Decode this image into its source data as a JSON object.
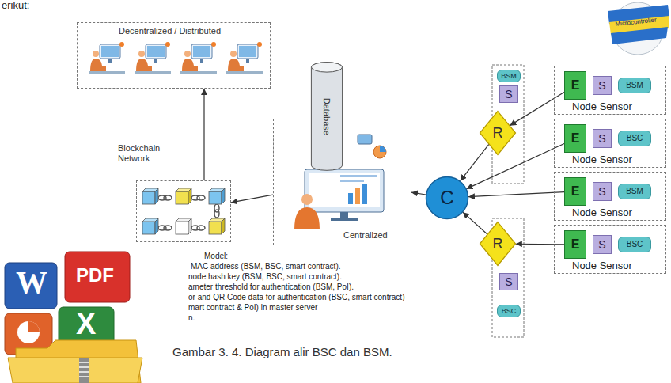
{
  "diagram": {
    "caption": "Gambar 3. 4. Diagram alir BSC dan BSM.",
    "nodes": [
      {
        "text": [
          "Decentralized / Distributed"
        ]
      },
      {
        "text": [
          "Blockchain Network"
        ]
      },
      {
        "text": [
          "Database"
        ]
      },
      {
        "text": [
          "Centralized"
        ]
      },
      {
        "text": [
          "C"
        ]
      },
      {
        "text": [
          "BSM"
        ]
      },
      {
        "text": [
          "S"
        ]
      },
      {
        "text": [
          "R"
        ]
      },
      {
        "text": [
          "R"
        ]
      },
      {
        "text": [
          "S"
        ]
      },
      {
        "text": [
          "BSC"
        ]
      },
      {
        "text": [
          "Node Sensor"
        ]
      },
      {
        "text": [
          "E"
        ],
        "in": 11
      },
      {
        "text": [
          "S"
        ],
        "in": 11
      },
      {
        "text": [
          "BSM"
        ],
        "in": 11
      },
      {
        "text": [
          "Node Sensor"
        ]
      },
      {
        "text": [
          "E"
        ],
        "in": 15
      },
      {
        "text": [
          "S"
        ],
        "in": 15
      },
      {
        "text": [
          "BSC"
        ],
        "in": 15
      },
      {
        "text": [
          "Node Sensor"
        ]
      },
      {
        "text": [
          "E"
        ],
        "in": 19
      },
      {
        "text": [
          "S"
        ],
        "in": 19
      },
      {
        "text": [
          "BSM"
        ],
        "in": 19
      },
      {
        "text": [
          "Node Sensor"
        ]
      },
      {
        "text": [
          "E"
        ],
        "in": 23
      },
      {
        "text": [
          "S"
        ],
        "in": 23
      },
      {
        "text": [
          "BSC"
        ],
        "in": 23
      }
    ],
    "edges": [
      {
        "from": 12,
        "to": 7,
        "arrow": "to"
      },
      {
        "from": 16,
        "to": 4,
        "arrow": "to"
      },
      {
        "from": 20,
        "to": 4,
        "arrow": "to"
      },
      {
        "from": 24,
        "to": 8,
        "arrow": "to"
      },
      {
        "from": 7,
        "to": 4,
        "arrow": "to"
      },
      {
        "from": 8,
        "to": 4,
        "arrow": "to"
      },
      {
        "from": 4,
        "to": 3,
        "arrow": "to"
      },
      {
        "from": 3,
        "to": 1,
        "arrow": "to"
      },
      {
        "from": 1,
        "to": 0,
        "arrow": "to"
      }
    ],
    "labels": [
      "erikut:",
      "Model:",
      "MAC address (BSM, BSC, smart contract).",
      "node hash key (BSM, BSC, smart contract).",
      "ameter threshold for authentication (BSM, PoI).",
      "or and QR Code data for authentication (BSC, smart contract)",
      "mart contract & PoI) in master server",
      "n.",
      "Microcontroller",
      "W",
      "PDF",
      "X"
    ]
  }
}
